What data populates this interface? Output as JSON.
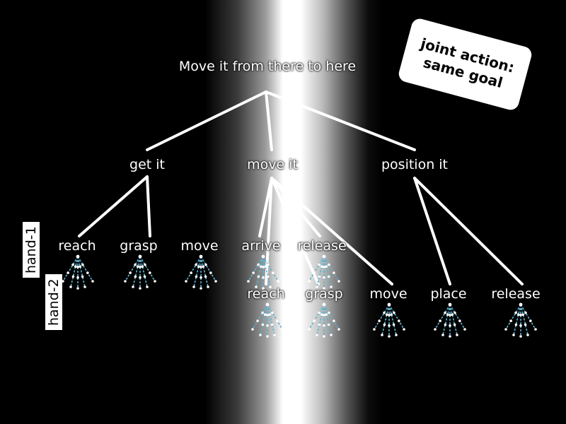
{
  "root": {
    "label": "Move it from there to here"
  },
  "subgoals": [
    "get it",
    "move it",
    "position it"
  ],
  "hand1": {
    "tag": "hand-1",
    "actions": [
      "reach",
      "grasp",
      "move",
      "arrive",
      "release"
    ]
  },
  "hand2": {
    "tag": "hand-2",
    "actions": [
      "reach",
      "grasp",
      "move",
      "place",
      "release"
    ]
  },
  "callout": {
    "line1": "joint action:",
    "line2": "same goal"
  },
  "colors": {
    "background": "#000000",
    "lines": "#ffffff",
    "joints": "#ffffff",
    "bones": "#5ab4d2"
  },
  "icons": [
    "hand-skeleton-icon"
  ]
}
